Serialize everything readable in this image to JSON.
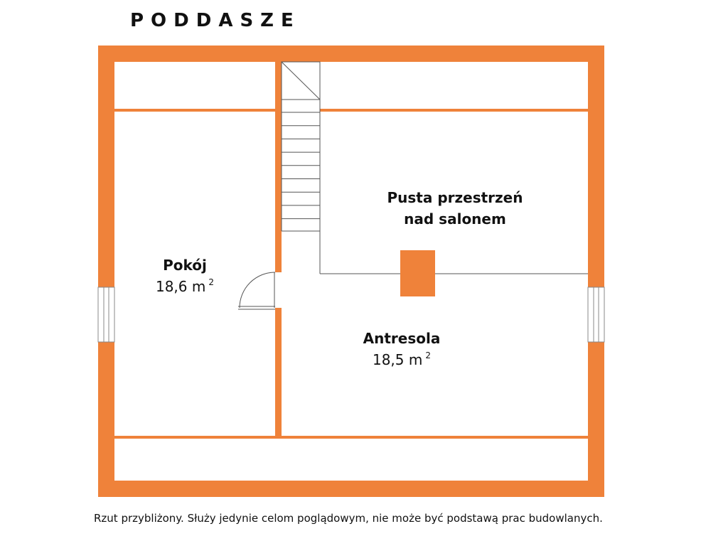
{
  "title": "PODDASZE",
  "rooms": {
    "pokoj": {
      "name": "Pokój",
      "area": "18,6 m",
      "unit_sup": "2"
    },
    "antresola": {
      "name": "Antresola",
      "area": "18,5 m",
      "unit_sup": "2"
    },
    "void": {
      "line1": "Pusta przestrzeń",
      "line2": "nad salonem"
    }
  },
  "disclaimer": "Rzut przybliżony. Służy jedynie celom poglądowym, nie może być podstawą prac budowlanych.",
  "colors": {
    "wall": "#ef823a",
    "line": "#555555",
    "background": "#ffffff"
  }
}
